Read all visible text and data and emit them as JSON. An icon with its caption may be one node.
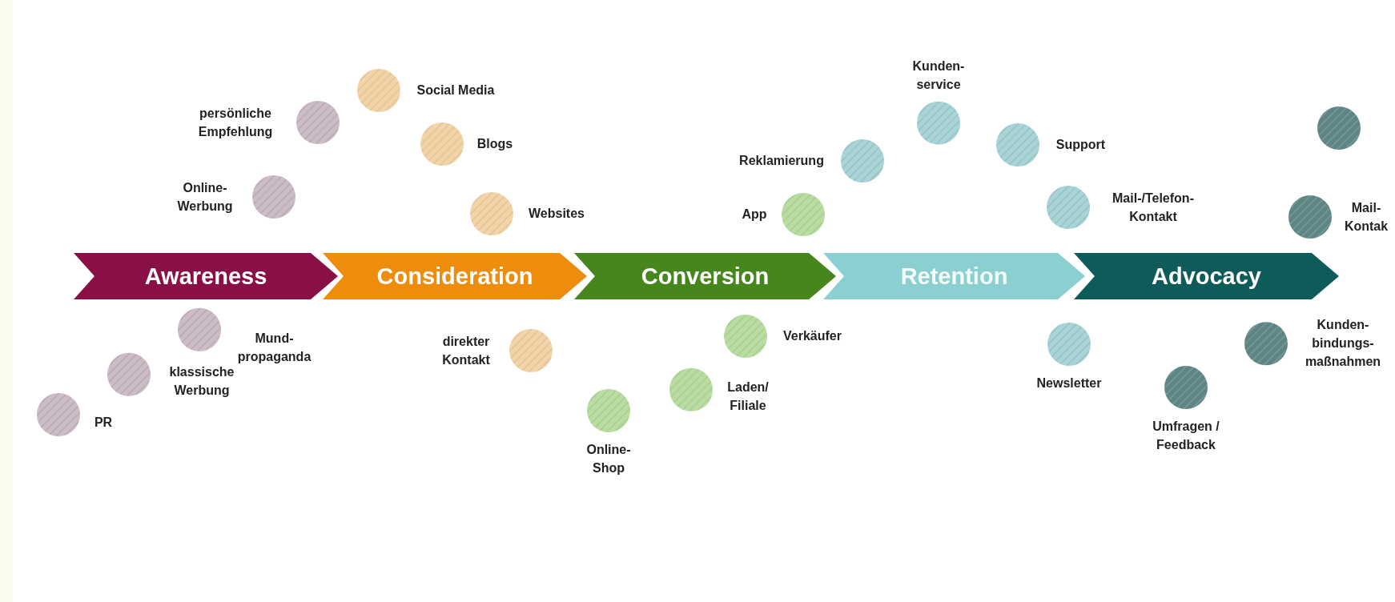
{
  "diagram": {
    "nodes": [
      {
        "text": [
          "Awareness"
        ]
      },
      {
        "text": [
          "Consideration"
        ]
      },
      {
        "text": [
          "Conversion"
        ]
      },
      {
        "text": [
          "Retention"
        ]
      },
      {
        "text": [
          "Advocacy"
        ]
      },
      {
        "text": [
          "persönliche Empfehlung"
        ]
      },
      {
        "text": [
          "Online- Werbung"
        ]
      },
      {
        "text": [
          "Mund- propaganda"
        ]
      },
      {
        "text": [
          "klassische Werbung"
        ]
      },
      {
        "text": [
          "PR"
        ]
      },
      {
        "text": [
          "Social Media"
        ]
      },
      {
        "text": [
          "Blogs"
        ]
      },
      {
        "text": [
          "Websites"
        ]
      },
      {
        "text": [
          "direkter Kontakt"
        ]
      },
      {
        "text": [
          "App"
        ]
      },
      {
        "text": [
          "Verkäufer"
        ]
      },
      {
        "text": [
          "Laden/ Filiale"
        ]
      },
      {
        "text": [
          "Online- Shop"
        ]
      },
      {
        "text": [
          "Kunden- service"
        ]
      },
      {
        "text": [
          "Reklamierung"
        ]
      },
      {
        "text": [
          "Support"
        ]
      },
      {
        "text": [
          "Mail-/Telefon- Kontakt"
        ]
      },
      {
        "text": [
          "Newsletter"
        ]
      },
      {
        "text": [],
        "shape": "circle"
      },
      {
        "text": [
          "Mail- Kontak"
        ]
      },
      {
        "text": [
          "Kunden- bindungs- maßnahmen"
        ]
      },
      {
        "text": [
          "Umfragen / Feedback"
        ]
      }
    ]
  }
}
